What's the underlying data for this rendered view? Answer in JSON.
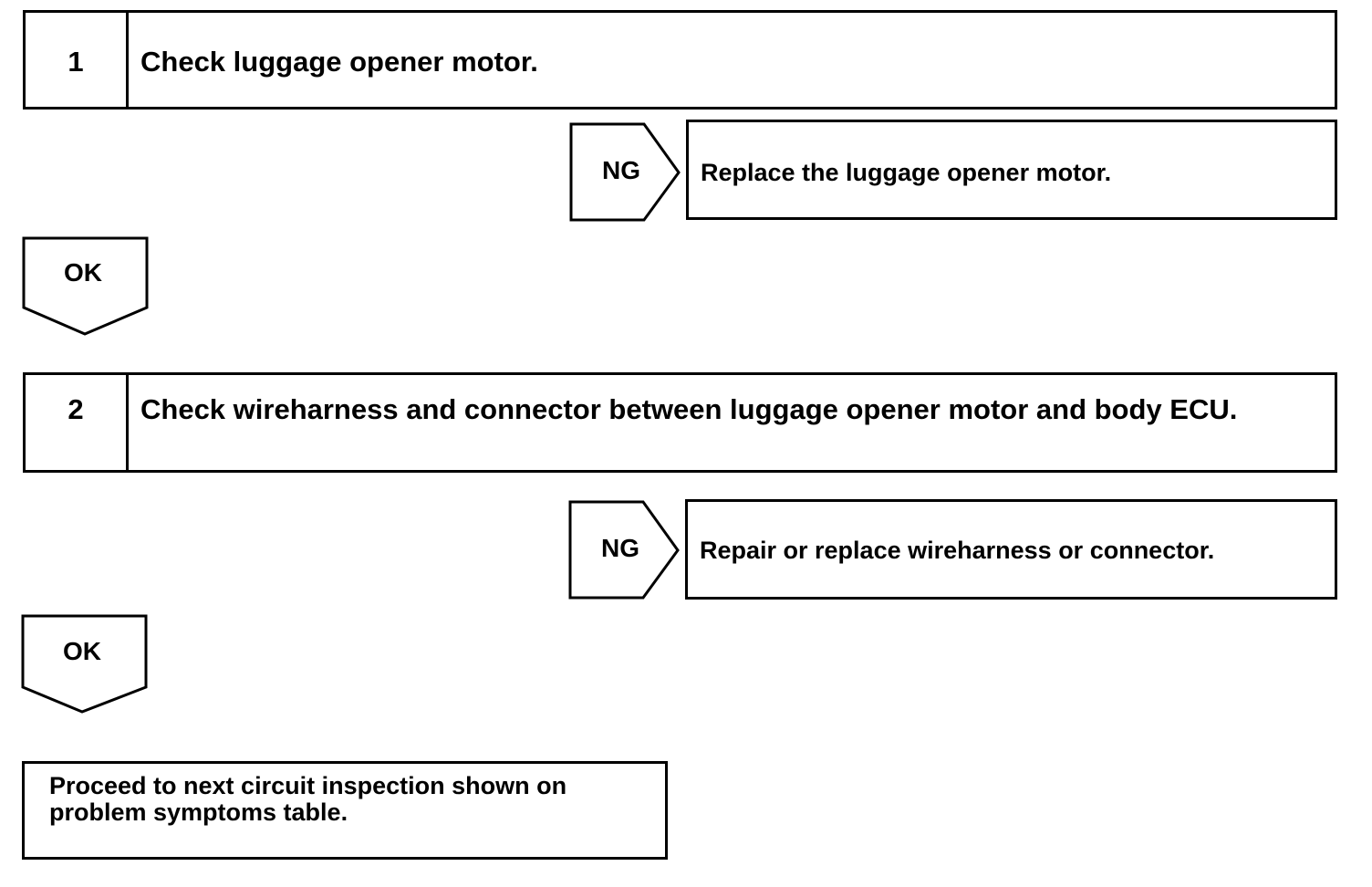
{
  "steps": [
    {
      "number": "1",
      "text": "Check luggage opener motor."
    },
    {
      "number": "2",
      "text": "Check wireharness and connector between luggage opener motor and body ECU."
    }
  ],
  "branches": [
    {
      "label": "NG",
      "result": "Replace the luggage opener motor."
    },
    {
      "label": "NG",
      "result": "Repair or replace wireharness or connector."
    }
  ],
  "ok_labels": [
    "OK",
    "OK"
  ],
  "final": {
    "text": "Proceed to next circuit inspection shown on problem symptoms table."
  }
}
